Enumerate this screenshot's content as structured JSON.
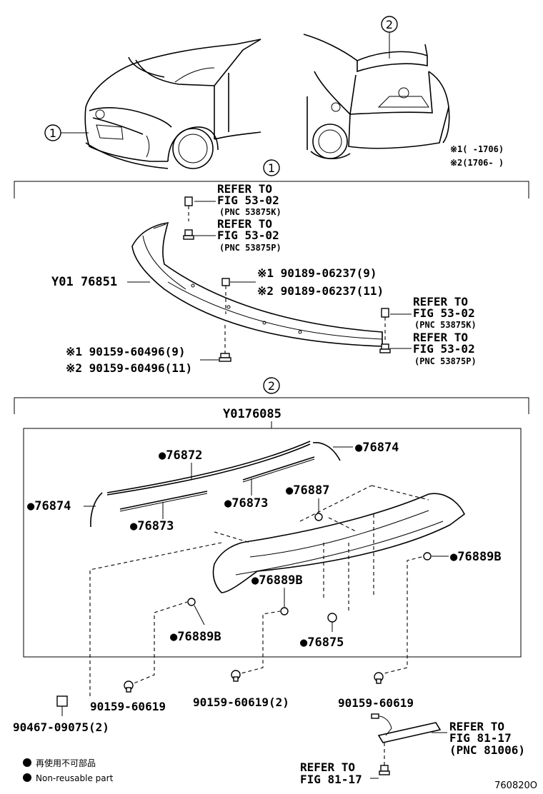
{
  "callouts": {
    "c1": "1",
    "c2": "2"
  },
  "notes": {
    "n1": "※1(    -1706)",
    "n2": "※2(1706-     )"
  },
  "section1": {
    "assembly": "Y01 76851",
    "ref_top_1": [
      "REFER TO",
      "FIG 53-02",
      "(PNC 53875K)"
    ],
    "ref_top_2": [
      "REFER TO",
      "FIG 53-02",
      "(PNC 53875P)"
    ],
    "bolt_a1": "※1 90189-06237(9)",
    "bolt_a2": "※2 90189-06237(11)",
    "ref_right_1": [
      "REFER TO",
      "FIG 53-02",
      "(PNC 53875K)"
    ],
    "ref_right_2": [
      "REFER TO",
      "FIG 53-02",
      "(PNC 53875P)"
    ],
    "bolt_b1": "※1 90159-60496(9)",
    "bolt_b2": "※2 90159-60496(11)"
  },
  "section2": {
    "assembly": "Y0176085",
    "p76872": "●76872",
    "p76874_right": "●76874",
    "p76874_left": "●76874",
    "p76873_right": "●76873",
    "p76873_left": "●76873",
    "p76887": "●76887",
    "p76889b_right": "●76889B",
    "p76889b_mid": "●76889B",
    "p76889b_left": "●76889B",
    "p76875": "●76875",
    "f1": "90159-60619",
    "f2": "90159-60619(2)",
    "f3": "90159-60619",
    "f4": "90467-09075(2)",
    "ref_light": [
      "REFER TO",
      "FIG 81-17",
      "(PNC 81006)"
    ],
    "ref_bottom": [
      "REFER TO",
      "FIG 81-17"
    ]
  },
  "legend": {
    "jp": "再使用不可部品",
    "en": "Non-reusable part"
  },
  "figure_code": "760820O"
}
